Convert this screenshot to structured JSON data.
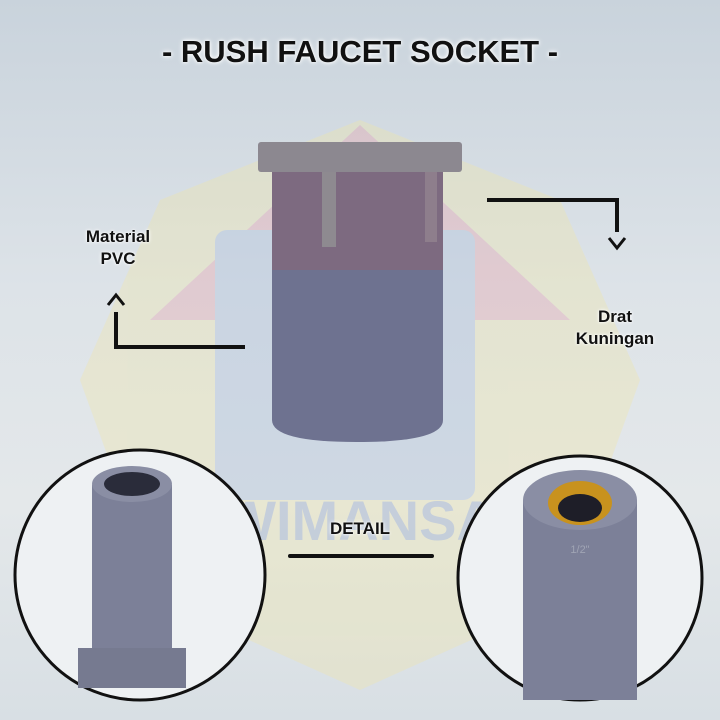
{
  "title": "- RUSH FAUCET SOCKET -",
  "watermark": "WIMANSA",
  "labels": {
    "material_line1": "Material",
    "material_line2": "PVC",
    "thread_line1": "Drat",
    "thread_line2": "Kuningan",
    "detail": "DETAIL"
  },
  "size_marking": "1/2\"",
  "colors": {
    "pvc_grey": "#7d8296",
    "brass": "#c8921e",
    "line": "#111111"
  }
}
